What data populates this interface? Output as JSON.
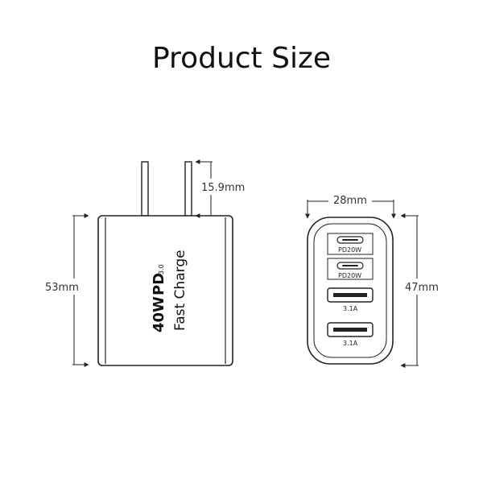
{
  "title": "Product Size",
  "side_view": {
    "height_label": "53mm",
    "prong_label": "15.9mm",
    "brand_power": "40W",
    "brand_pd": "PD",
    "brand_pd_version": "3.0",
    "brand_tagline": "Fast Charge"
  },
  "front_view": {
    "width_label": "28mm",
    "height_label": "47mm",
    "ports": [
      {
        "type": "usb-c",
        "label": "PD20W"
      },
      {
        "type": "usb-c",
        "label": "PD20W"
      },
      {
        "type": "usb-a",
        "label": "3.1A"
      },
      {
        "type": "usb-a",
        "label": "3.1A"
      }
    ]
  }
}
